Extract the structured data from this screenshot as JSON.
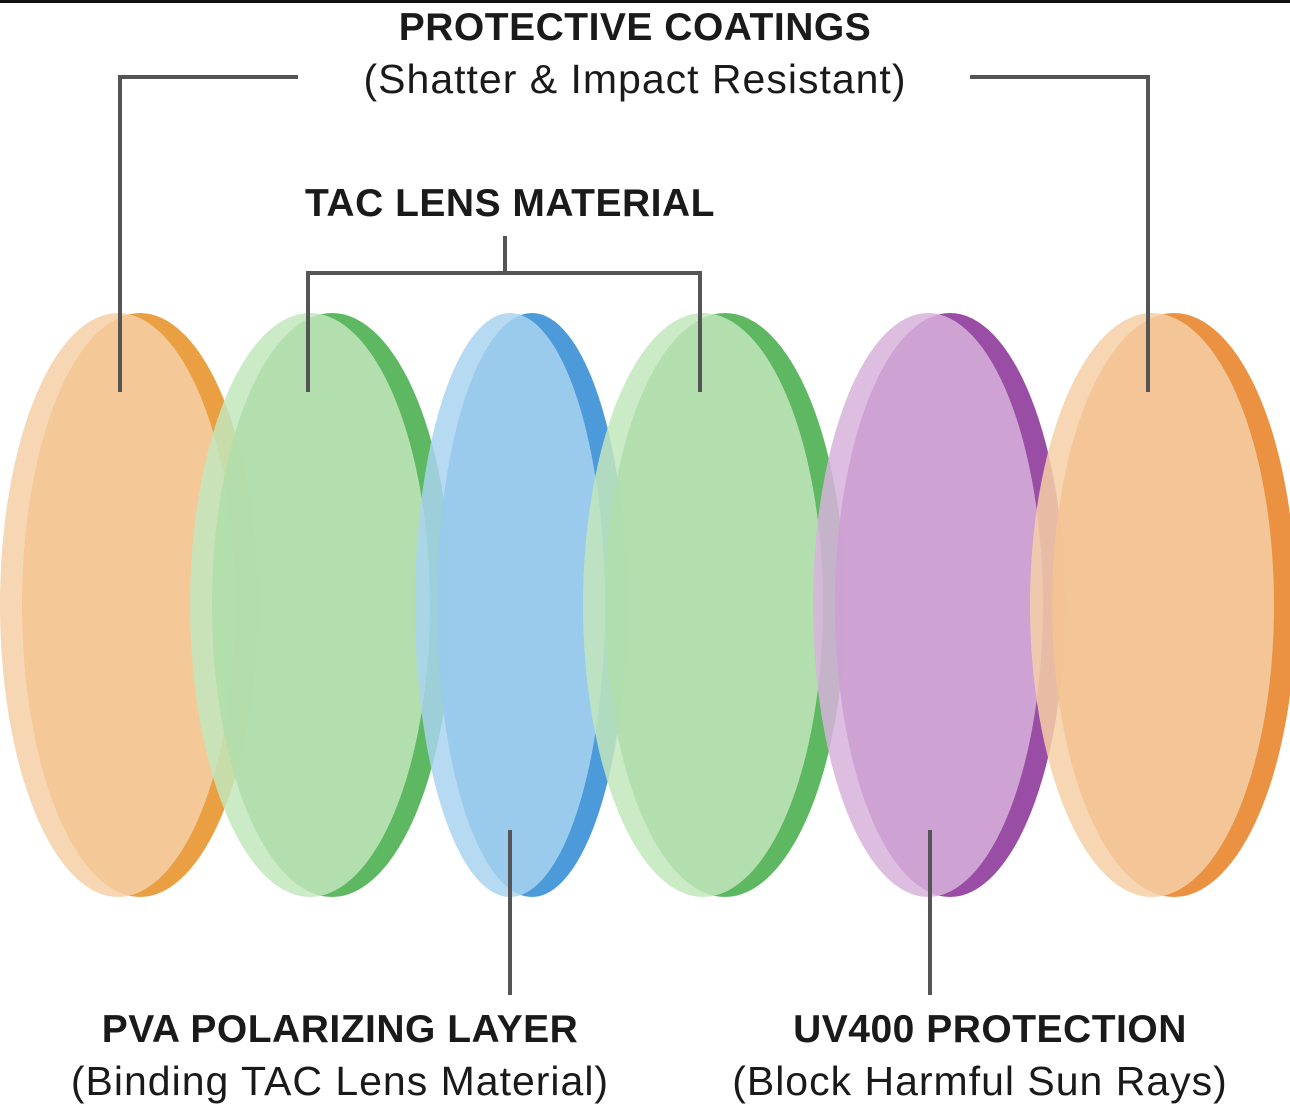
{
  "labels": {
    "protective_title": "PROTECTIVE COATINGS",
    "protective_sub": "(Shatter & Impact Resistant)",
    "tac_title": "TAC LENS MATERIAL",
    "pva_title": "PVA POLARIZING LAYER",
    "pva_sub": "(Binding TAC Lens Material)",
    "uv_title": "UV400 PROTECTION",
    "uv_sub": "(Block Harmful Sun Rays)"
  },
  "layers": [
    {
      "name": "protective-coating-front",
      "face": "#f6cfa6",
      "edge": "#e8962e"
    },
    {
      "name": "tac-lens-front",
      "face": "#c2e6bc",
      "edge": "#4caf50"
    },
    {
      "name": "pva-polarizing",
      "face": "#a8d3ee",
      "edge": "#3a8fd6"
    },
    {
      "name": "tac-lens-back",
      "face": "#c2e6bc",
      "edge": "#4caf50"
    },
    {
      "name": "uv400",
      "face": "#d7b3dc",
      "edge": "#8e3a9a"
    },
    {
      "name": "protective-coating-back",
      "face": "#f6cfa6",
      "edge": "#e8862e"
    }
  ],
  "line_color": "#555555"
}
